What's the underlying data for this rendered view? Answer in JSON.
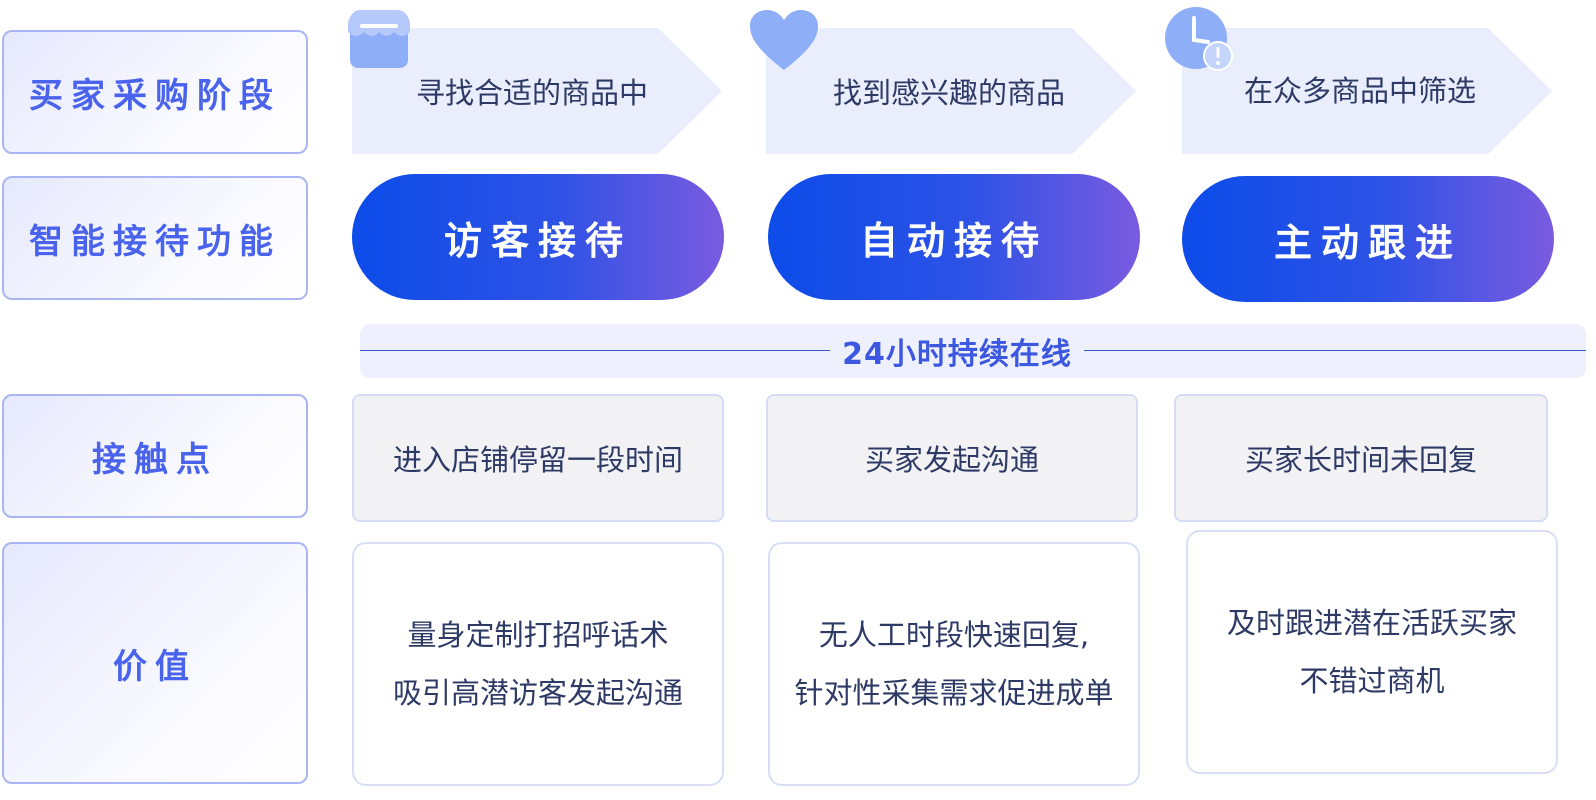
{
  "rows": {
    "stage_label": "买家采购阶段",
    "feature_label": "智能接待功能",
    "touch_label": "接触点",
    "value_label": "价值"
  },
  "stages": [
    {
      "text": "寻找合适的商品中",
      "icon": "store-icon"
    },
    {
      "text": "找到感兴趣的商品",
      "icon": "heart-icon"
    },
    {
      "text": "在众多商品中筛选",
      "icon": "clock-alert-icon"
    }
  ],
  "features": [
    "访客接待",
    "自动接待",
    "主动跟进"
  ],
  "band": {
    "text": "24小时持续在线"
  },
  "touchpoints": [
    "进入店铺停留一段时间",
    "买家发起沟通",
    "买家长时间未回复"
  ],
  "values": [
    {
      "line1": "量身定制打招呼话术",
      "line2": "吸引高潜访客发起沟通"
    },
    {
      "line1": "无人工时段快速回复,",
      "line2": "针对性采集需求促进成单"
    },
    {
      "line1": "及时跟进潜在活跃买家",
      "line2": "不错过商机"
    }
  ],
  "colors": {
    "accent": "#4a63ec",
    "pill_start": "#0c4ce9",
    "pill_end": "#7a5be0",
    "stage_fill": "#e9edfc",
    "icon_blue": "#8eaef8"
  }
}
